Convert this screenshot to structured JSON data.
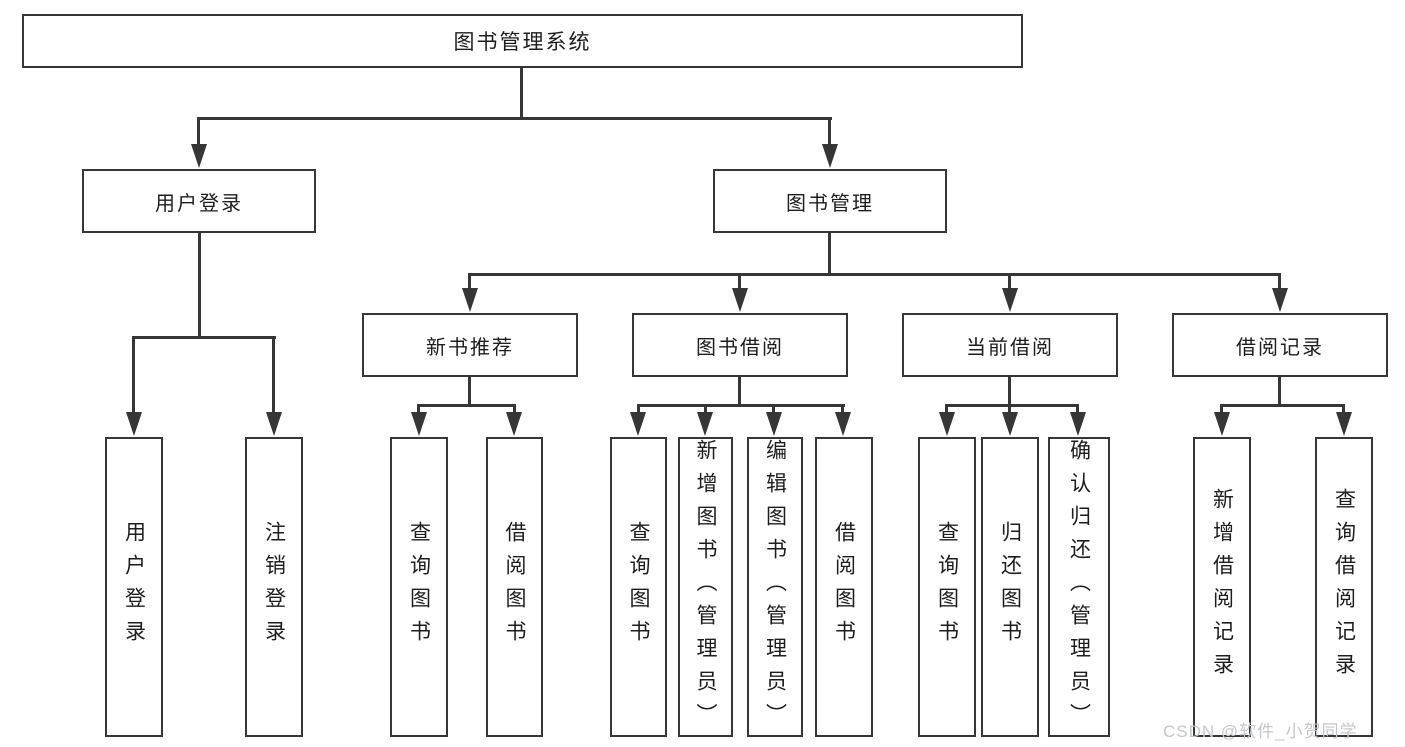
{
  "colors": {
    "line": "#363636",
    "box_border": "#363636",
    "text": "#1d1d1f",
    "watermark": "#c4c7ca",
    "background": "#ffffff"
  },
  "diagram": {
    "root": {
      "label": "图书管理系统"
    },
    "level2": [
      {
        "label": "用户登录"
      },
      {
        "label": "图书管理"
      }
    ],
    "level3": [
      {
        "label": "新书推荐"
      },
      {
        "label": "图书借阅"
      },
      {
        "label": "当前借阅"
      },
      {
        "label": "借阅记录"
      }
    ],
    "leaves": [
      {
        "label": "用户登录"
      },
      {
        "label": "注销登录"
      },
      {
        "label": "查询图书"
      },
      {
        "label": "借阅图书"
      },
      {
        "label": "查询图书"
      },
      {
        "label": "新增图书（管理员）"
      },
      {
        "label": "编辑图书（管理员）"
      },
      {
        "label": "借阅图书"
      },
      {
        "label": "查询图书"
      },
      {
        "label": "归还图书"
      },
      {
        "label": "确认归还（管理员）"
      },
      {
        "label": "新增借阅记录"
      },
      {
        "label": "查询借阅记录"
      }
    ]
  },
  "watermark": {
    "text": "CSDN @软件_小贺同学"
  }
}
